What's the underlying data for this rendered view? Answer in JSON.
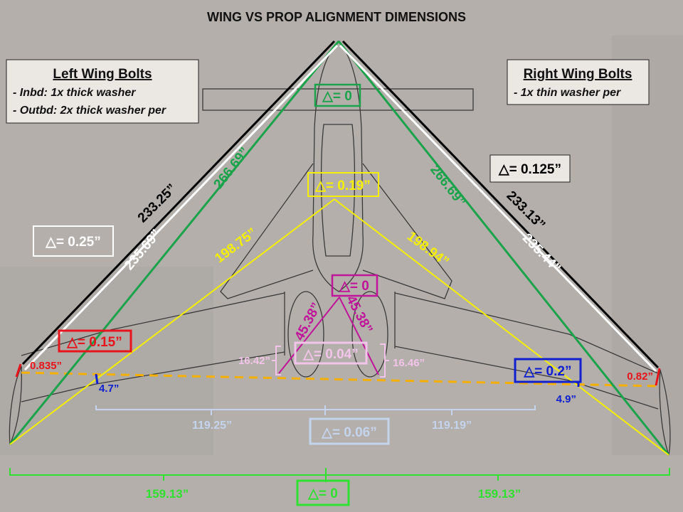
{
  "title": "WING VS PROP ALIGNMENT DIMENSIONS",
  "left_box": {
    "title": "Left Wing Bolts",
    "lines": [
      "- Inbd: 1x thick washer",
      "- Outbd: 2x thick washer per"
    ]
  },
  "right_box": {
    "title": "Right Wing Bolts",
    "lines": [
      "- 1x thin washer per"
    ]
  },
  "deltas": {
    "nose": "△= 0",
    "black": "△= 0.125”",
    "white": "△= 0.25”",
    "yellow": "△= 0.19”",
    "magenta": "△= 0",
    "red": "△= 0.15”",
    "pink": "△= 0.04”",
    "blue": "△= 0.2”",
    "lightblue": "△= 0.06”",
    "green": "△= 0"
  },
  "dims": {
    "black_left": "233.25”",
    "black_right": "233.13”",
    "white_left": "235.69”",
    "white_right": "235.44”",
    "green_left": "266.69”",
    "green_right": "266.69”",
    "yellow_left": "198.75”",
    "yellow_right": "198.94”",
    "magenta_left": "45.38”",
    "magenta_right": "45.38”",
    "pink_left": "16.42”",
    "pink_right": "16.46”",
    "red_left": "0.835”",
    "red_right": "0.82”",
    "blue_left": "4.7”",
    "blue_right": "4.9”",
    "lightblue_left": "119.25”",
    "lightblue_right": "119.19”",
    "green_bottom_left": "159.13”",
    "green_bottom_right": "159.13”"
  },
  "colors": {
    "black": "#000000",
    "white": "#ffffff",
    "green": "#1aa34a",
    "yellow": "#f5f000",
    "magenta": "#c0149a",
    "red": "#e8141c",
    "pink": "#f2c4ea",
    "blue": "#1020d0",
    "lightblue": "#c4d4ec",
    "orange": "#f5b000",
    "bright_green": "#30e030"
  }
}
